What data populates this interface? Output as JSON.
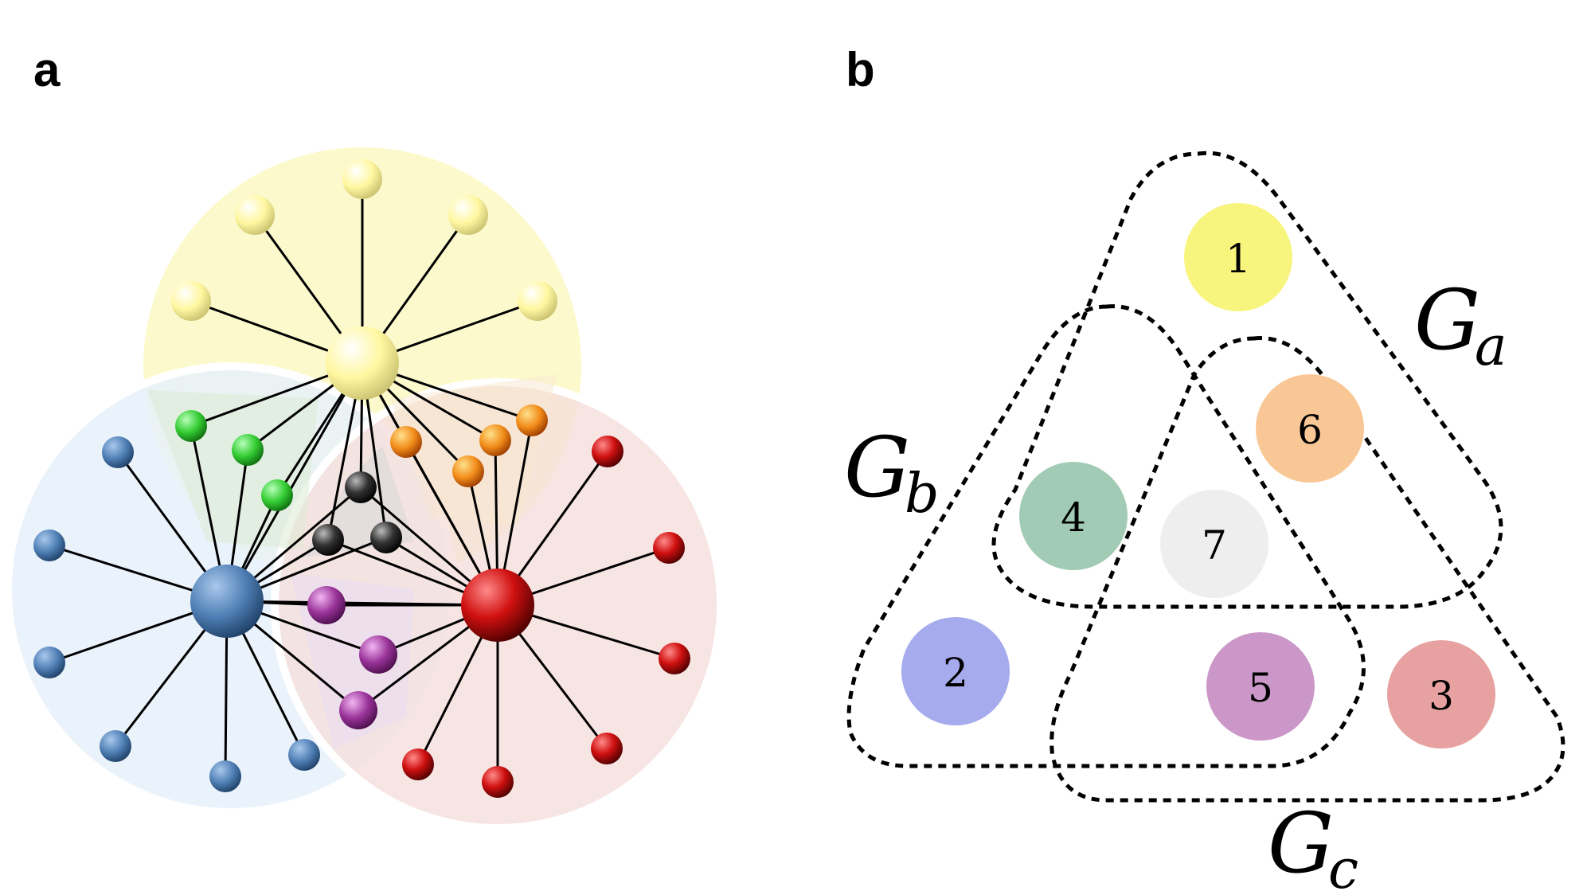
{
  "panels": {
    "a": {
      "label": "a"
    },
    "b": {
      "label": "b"
    }
  },
  "colors": {
    "yellow": "#FFF7A0",
    "blue": "#4F7FB5",
    "red": "#D01010",
    "green": "#33CC33",
    "orange": "#F28C1A",
    "black": "#333333",
    "purple": "#993399"
  },
  "network": {
    "groups": [
      "yellow",
      "blue",
      "red"
    ],
    "overlaps": [
      "green",
      "orange",
      "purple",
      "black"
    ]
  },
  "venn": {
    "sets": [
      {
        "main": "G",
        "sub": "a"
      },
      {
        "main": "G",
        "sub": "b"
      },
      {
        "main": "G",
        "sub": "c"
      }
    ],
    "regions": [
      {
        "label": "1",
        "color": "#F8F57E"
      },
      {
        "label": "2",
        "color": "#A6ABEE"
      },
      {
        "label": "3",
        "color": "#E6A1A0"
      },
      {
        "label": "4",
        "color": "#A2CBB5"
      },
      {
        "label": "5",
        "color": "#CB96C8"
      },
      {
        "label": "6",
        "color": "#F9C796"
      },
      {
        "label": "7",
        "color": "#EEEEEE"
      }
    ]
  }
}
